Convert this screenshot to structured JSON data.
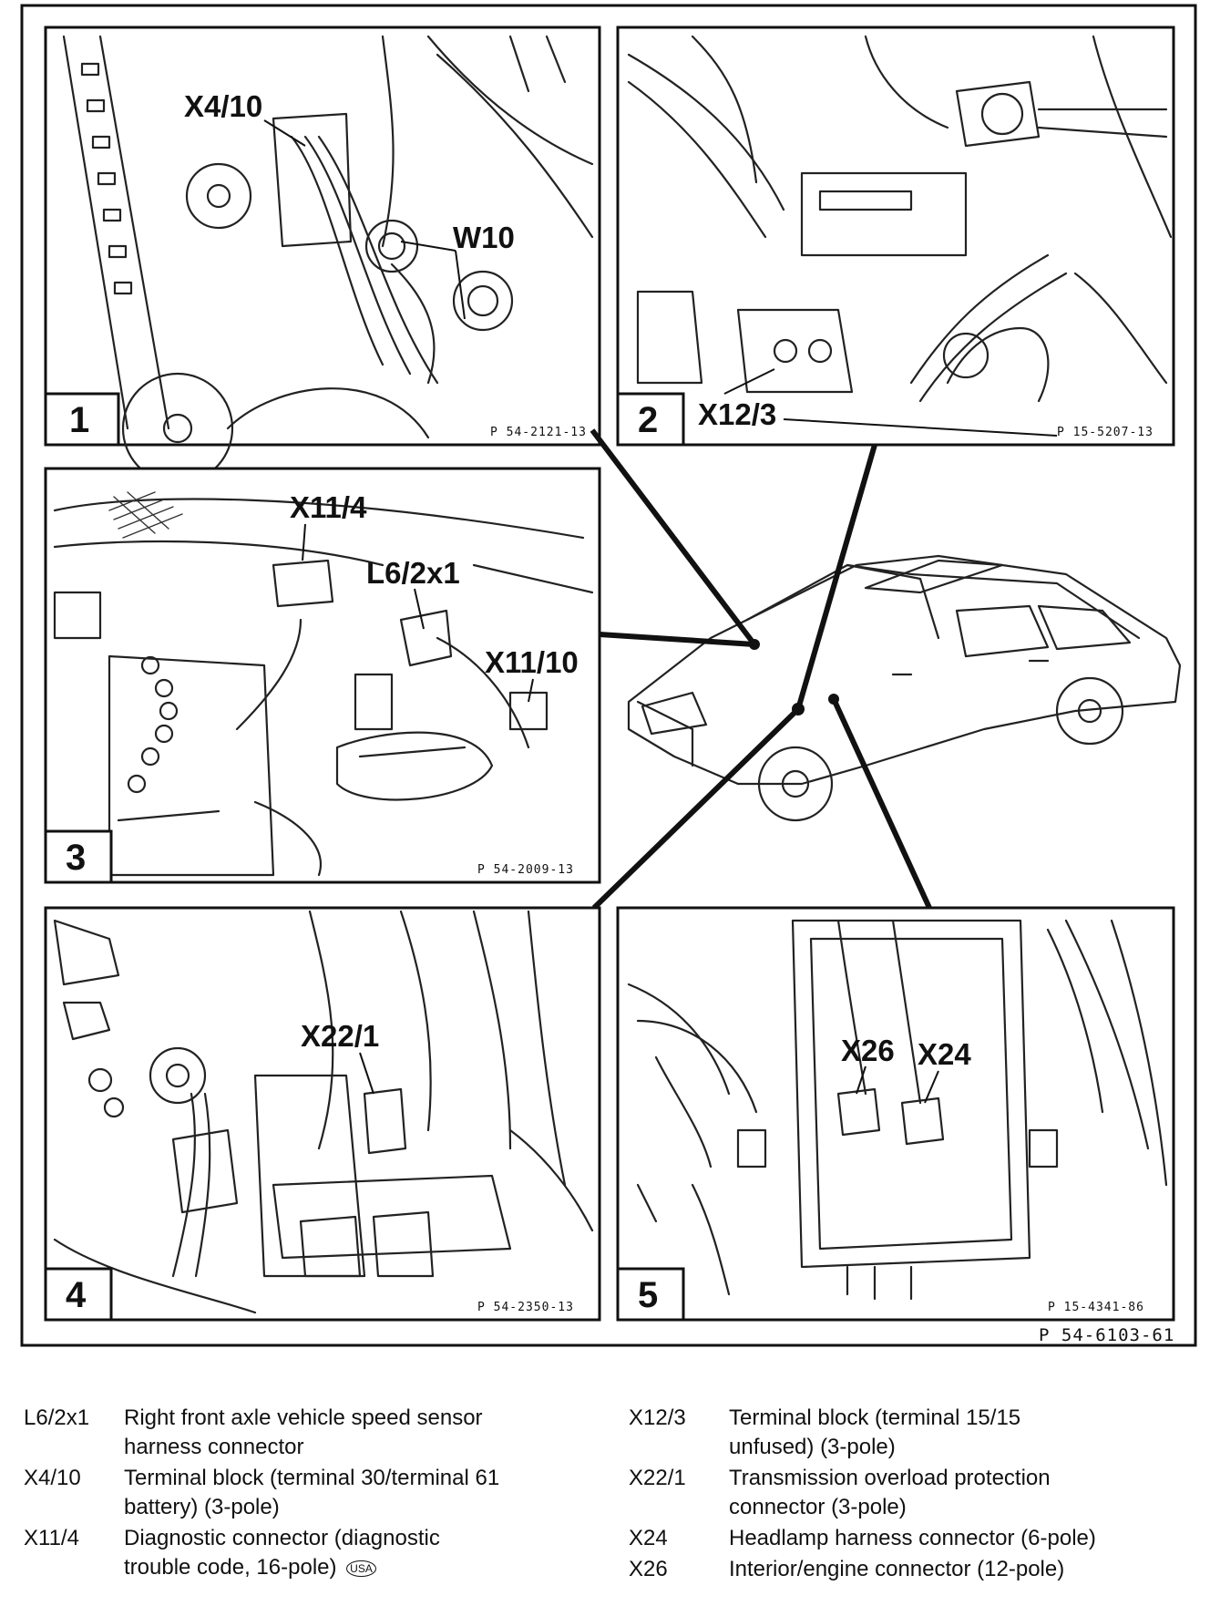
{
  "figure": {
    "reference": "P 54-6103-61",
    "panels": [
      {
        "number": "1",
        "reference": "P 54-2121-13",
        "labels": [
          "X4/10",
          "W10"
        ]
      },
      {
        "number": "2",
        "reference": "P 15-5207-13",
        "labels": [
          "X12/3"
        ]
      },
      {
        "number": "3",
        "reference": "P 54-2009-13",
        "labels": [
          "X11/4",
          "L6/2x1",
          "X11/10"
        ]
      },
      {
        "number": "4",
        "reference": "P 54-2350-13",
        "labels": [
          "X22/1"
        ]
      },
      {
        "number": "5",
        "reference": "P 15-4341-86",
        "labels": [
          "X26",
          "X24"
        ]
      }
    ]
  },
  "legend": {
    "left": [
      {
        "code": "L6/2x1",
        "description": "Right front axle vehicle speed sensor\nharness connector"
      },
      {
        "code": "X4/10",
        "description": "Terminal block (terminal 30/terminal 61\nbattery) (3-pole)"
      },
      {
        "code": "X11/4",
        "description": "Diagnostic connector (diagnostic\ntrouble code, 16-pole)",
        "badge": "USA"
      }
    ],
    "right": [
      {
        "code": "X12/3",
        "description": "Terminal block (terminal 15/15\nunfused) (3-pole)"
      },
      {
        "code": "X22/1",
        "description": "Transmission overload protection\nconnector (3-pole)"
      },
      {
        "code": "X24",
        "description": "Headlamp harness connector (6-pole)"
      },
      {
        "code": "X26",
        "description": "Interior/engine connector (12-pole)"
      }
    ]
  }
}
